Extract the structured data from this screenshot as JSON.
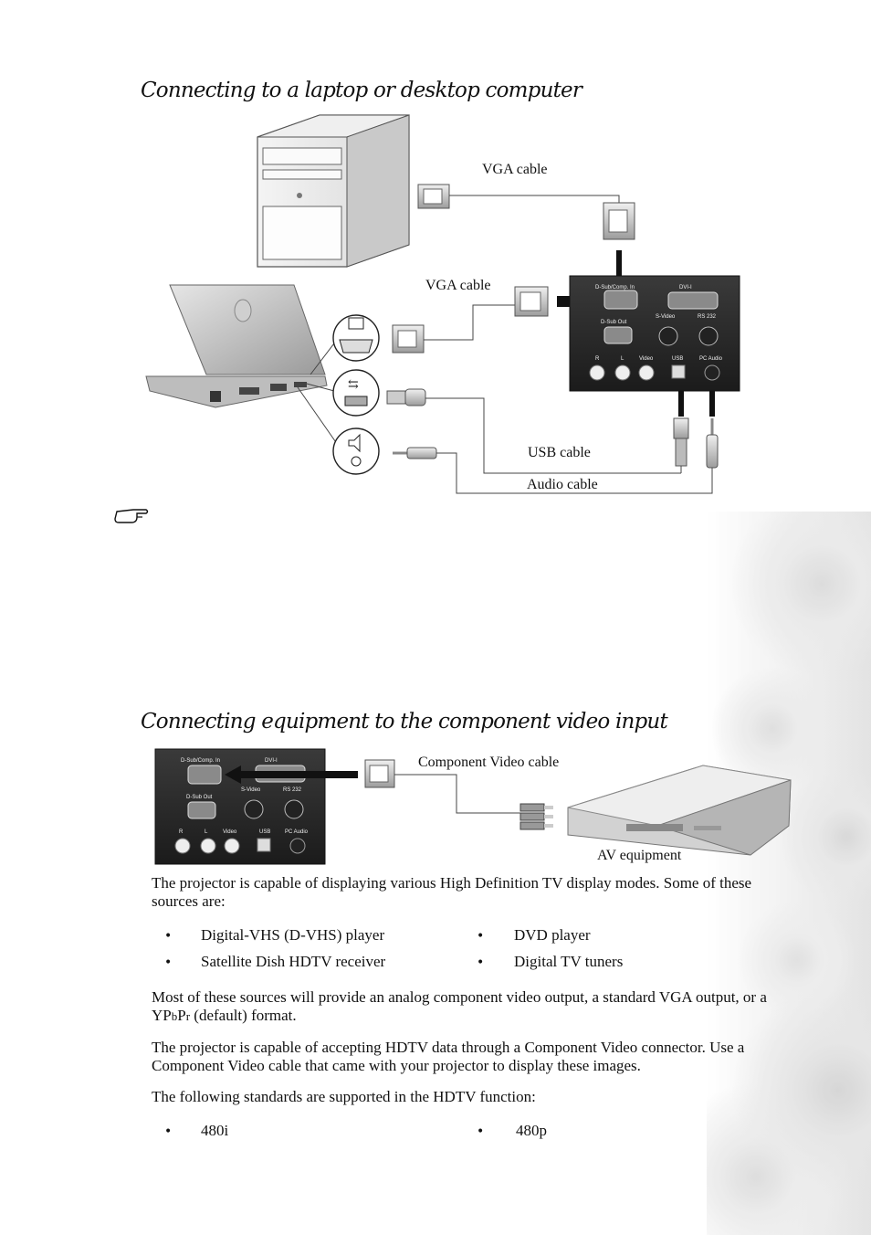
{
  "section1": {
    "title": "Connecting to a laptop or desktop computer",
    "labels": {
      "vga_cable_top": "VGA cable",
      "vga_cable_mid": "VGA cable",
      "usb_cable": "USB cable",
      "audio_cable": "Audio cable"
    },
    "panel_ports": {
      "dsub_in": "D-Sub/Comp. In",
      "dvi": "DVI-I",
      "dsub_out": "D-Sub Out",
      "svideo": "S-Video",
      "rs232": "RS 232",
      "r": "R",
      "l": "L",
      "video": "Video",
      "usb": "USB",
      "pc_audio": "PC Audio"
    }
  },
  "section2": {
    "title": "Connecting equipment to the component video input",
    "labels": {
      "component_cable": "Component Video cable",
      "av_equipment": "AV equipment"
    },
    "intro": "The projector is capable of displaying various High Definition TV display modes. Some of these sources are:",
    "sources": [
      "Digital-VHS (D-VHS) player",
      "DVD player",
      "Satellite Dish HDTV receiver",
      "Digital TV tuners"
    ],
    "para2_a": "Most of these sources will provide an analog component video output, a standard VGA output, or a YP",
    "para2_b": "b",
    "para2_c": "P",
    "para2_d": "r",
    "para2_e": " (default) format.",
    "para3": "The projector is capable of accepting HDTV data through a Component Video connector. Use a Component Video cable that came with your projector to display these images.",
    "para4": "The following standards are supported in the HDTV function:",
    "standards": [
      "480i",
      "480p"
    ],
    "bullet": "•"
  }
}
